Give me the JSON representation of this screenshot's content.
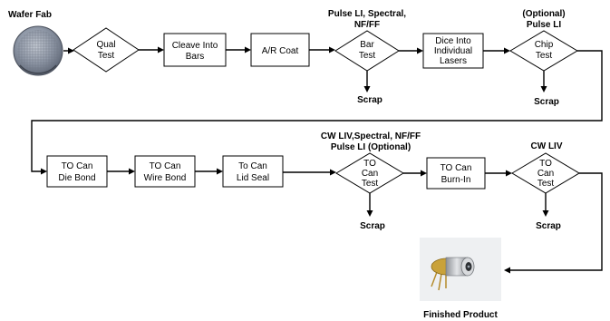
{
  "source": {
    "label": "Wafer Fab"
  },
  "row1": {
    "qual": {
      "line1": "Qual",
      "line2": "Test"
    },
    "cleave": {
      "line1": "Cleave Into",
      "line2": "Bars"
    },
    "ar_coat": {
      "line1": "A/R Coat"
    },
    "bar_test": {
      "annot1": "Pulse LI, Spectral,",
      "annot2": "NF/FF",
      "line1": "Bar",
      "line2": "Test",
      "scrap": "Scrap"
    },
    "dice": {
      "line1": "Dice Into",
      "line2": "Individual",
      "line3": "Lasers"
    },
    "chip_test": {
      "annot1": "(Optional)",
      "annot2": "Pulse LI",
      "line1": "Chip",
      "line2": "Test",
      "scrap": "Scrap"
    }
  },
  "row2": {
    "die_bond": {
      "line1": "TO Can",
      "line2": "Die Bond"
    },
    "wire_bond": {
      "line1": "TO Can",
      "line2": "Wire Bond"
    },
    "lid_seal": {
      "line1": "To Can",
      "line2": "Lid Seal"
    },
    "can_test1": {
      "annot1": "CW LIV,Spectral, NF/FF",
      "annot2": "Pulse LI (Optional)",
      "line1": "TO",
      "line2": "Can",
      "line3": "Test",
      "scrap": "Scrap"
    },
    "burn_in": {
      "line1": "TO Can",
      "line2": "Burn-In"
    },
    "can_test2": {
      "annot1": "CW LIV",
      "line1": "TO",
      "line2": "Can",
      "line3": "Test",
      "scrap": "Scrap"
    }
  },
  "product": {
    "label": "Finished Product"
  }
}
